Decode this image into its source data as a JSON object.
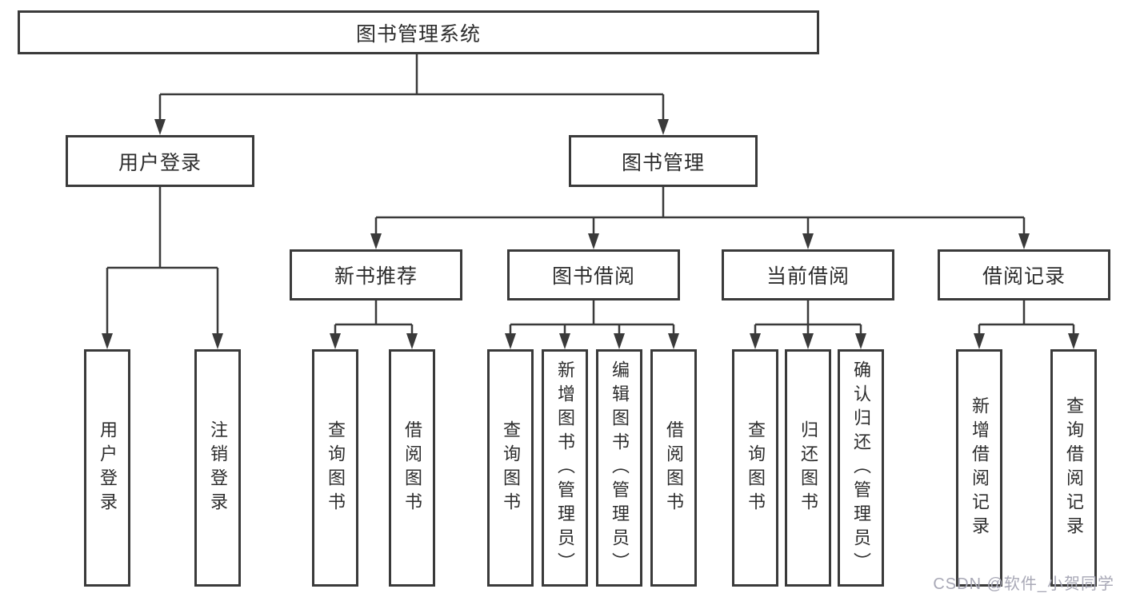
{
  "diagram_type": "functional-structure-tree",
  "colors": {
    "line": "#3a3a3a",
    "box_border": "#3a3a3a",
    "box_bg": "#ffffff",
    "text": "#2d2d2d",
    "watermark": "#a8a8b6"
  },
  "tree": {
    "label": "图书管理系统",
    "children": [
      {
        "label": "用户登录",
        "children": [
          {
            "label": "用户登录"
          },
          {
            "label": "注销登录"
          }
        ]
      },
      {
        "label": "图书管理",
        "children": [
          {
            "label": "新书推荐",
            "children": [
              {
                "label": "查询图书"
              },
              {
                "label": "借阅图书"
              }
            ]
          },
          {
            "label": "图书借阅",
            "children": [
              {
                "label": "查询图书"
              },
              {
                "label": "新增图书（管理员）"
              },
              {
                "label": "编辑图书（管理员）"
              },
              {
                "label": "借阅图书"
              }
            ]
          },
          {
            "label": "当前借阅",
            "children": [
              {
                "label": "查询图书"
              },
              {
                "label": "归还图书"
              },
              {
                "label": "确认归还（管理员）"
              }
            ]
          },
          {
            "label": "借阅记录",
            "children": [
              {
                "label": "新增借阅记录"
              },
              {
                "label": "查询借阅记录"
              }
            ]
          }
        ]
      }
    ]
  },
  "watermark": {
    "text": "CSDN @软件_小贺同学"
  }
}
